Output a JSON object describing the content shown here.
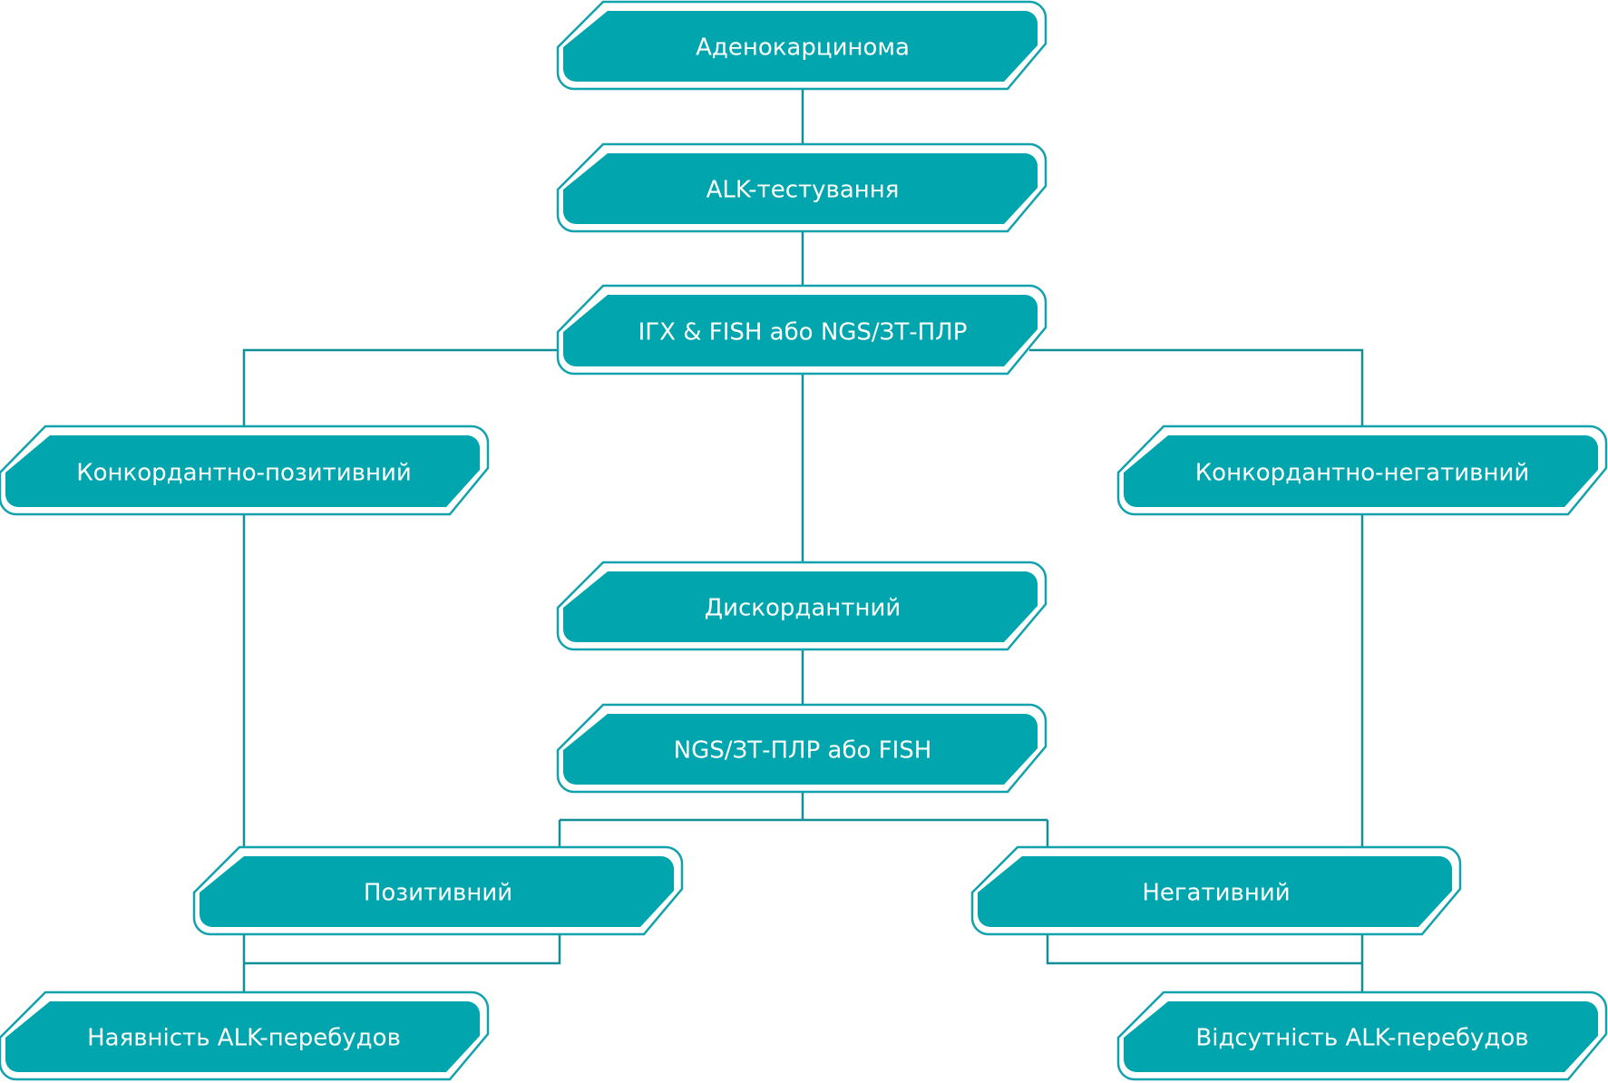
{
  "colors": {
    "node_fill": "#00a5ae",
    "node_outline": "#12a2ad",
    "connector": "#138f98",
    "background": "#ffffff"
  },
  "nodes": {
    "adenocarcinoma": "Аденокарцинома",
    "alk_testing": "ALK-тестування",
    "ihc_fish_ngs": "ІГХ & FISH або NGS/ЗТ-ПЛР",
    "concordant_positive": "Конкордантно-позитивний",
    "concordant_negative": "Конкордантно-негативний",
    "discordant": "Дискордантний",
    "ngs_or_fish": "NGS/ЗТ-ПЛР або FISH",
    "positive": "Позитивний",
    "negative": "Негативний",
    "alk_present": "Наявність ALK-перебудов",
    "alk_absent": "Відсутність ALK-перебудов"
  }
}
